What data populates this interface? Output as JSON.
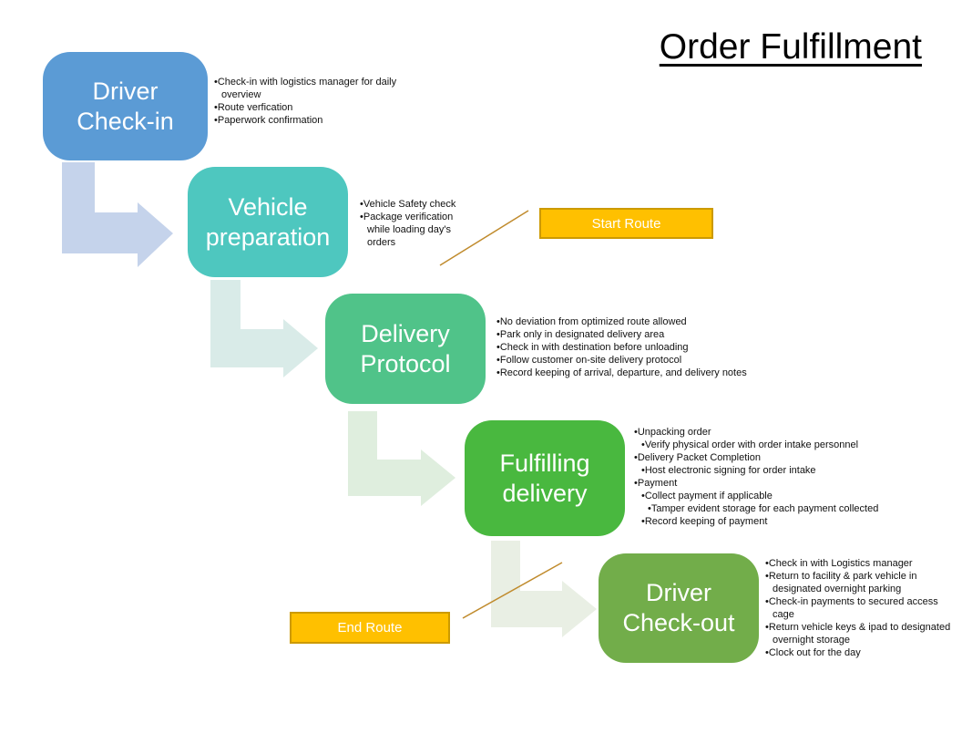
{
  "title": "Order Fulfillment",
  "nodes": [
    {
      "label": "Driver Check-in",
      "color": "#5b9bd5",
      "bullets": [
        {
          "level": 1,
          "text": "Check-in with logistics manager for daily\noverview"
        },
        {
          "level": 1,
          "text": "Route verfication"
        },
        {
          "level": 1,
          "text": "Paperwork confirmation"
        }
      ]
    },
    {
      "label": "Vehicle preparation",
      "color": "#4ec7bf",
      "bullets": [
        {
          "level": 1,
          "text": "Vehicle Safety check"
        },
        {
          "level": 1,
          "text": "Package verification\nwhile loading day's\norders"
        }
      ]
    },
    {
      "label": "Delivery Protocol",
      "color": "#50c389",
      "bullets": [
        {
          "level": 1,
          "text": "No deviation from optimized route allowed"
        },
        {
          "level": 1,
          "text": "Park only in designated delivery area"
        },
        {
          "level": 1,
          "text": "Check in with destination before unloading"
        },
        {
          "level": 1,
          "text": "Follow customer on-site delivery protocol"
        },
        {
          "level": 1,
          "text": "Record keeping of arrival, departure, and delivery notes"
        }
      ]
    },
    {
      "label": "Fulfilling delivery",
      "color": "#49b83f",
      "bullets": [
        {
          "level": 1,
          "text": "Unpacking order"
        },
        {
          "level": 2,
          "text": "Verify physical order with order intake personnel"
        },
        {
          "level": 1,
          "text": "Delivery Packet Completion"
        },
        {
          "level": 2,
          "text": "Host electronic signing for order intake"
        },
        {
          "level": 1,
          "text": "Payment"
        },
        {
          "level": 2,
          "text": "Collect payment if applicable"
        },
        {
          "level": 3,
          "text": "Tamper evident storage for each payment collected"
        },
        {
          "level": 2,
          "text": "Record keeping of payment"
        }
      ]
    },
    {
      "label": "Driver Check-out",
      "color": "#72ad4a",
      "bullets": [
        {
          "level": 1,
          "text": "Check in with Logistics manager"
        },
        {
          "level": 1,
          "text": "Return to facility & park vehicle in\ndesignated overnight parking"
        },
        {
          "level": 1,
          "text": "Check-in payments to secured access\ncage"
        },
        {
          "level": 1,
          "text": "Return vehicle keys & ipad to designated\novernight storage"
        },
        {
          "level": 1,
          "text": "Clock out for the day"
        }
      ]
    }
  ],
  "route_markers": [
    {
      "label": "Start Route",
      "fill": "#ffc000",
      "border": "#cc9a00"
    },
    {
      "label": "End Route",
      "fill": "#ffc000",
      "border": "#cc9a00"
    }
  ],
  "connectors": {
    "arrow_colors": [
      "#c5d3eb",
      "#d9ebe8",
      "#dfeede",
      "#e9efe4"
    ],
    "line_color": "#c08b2d"
  }
}
